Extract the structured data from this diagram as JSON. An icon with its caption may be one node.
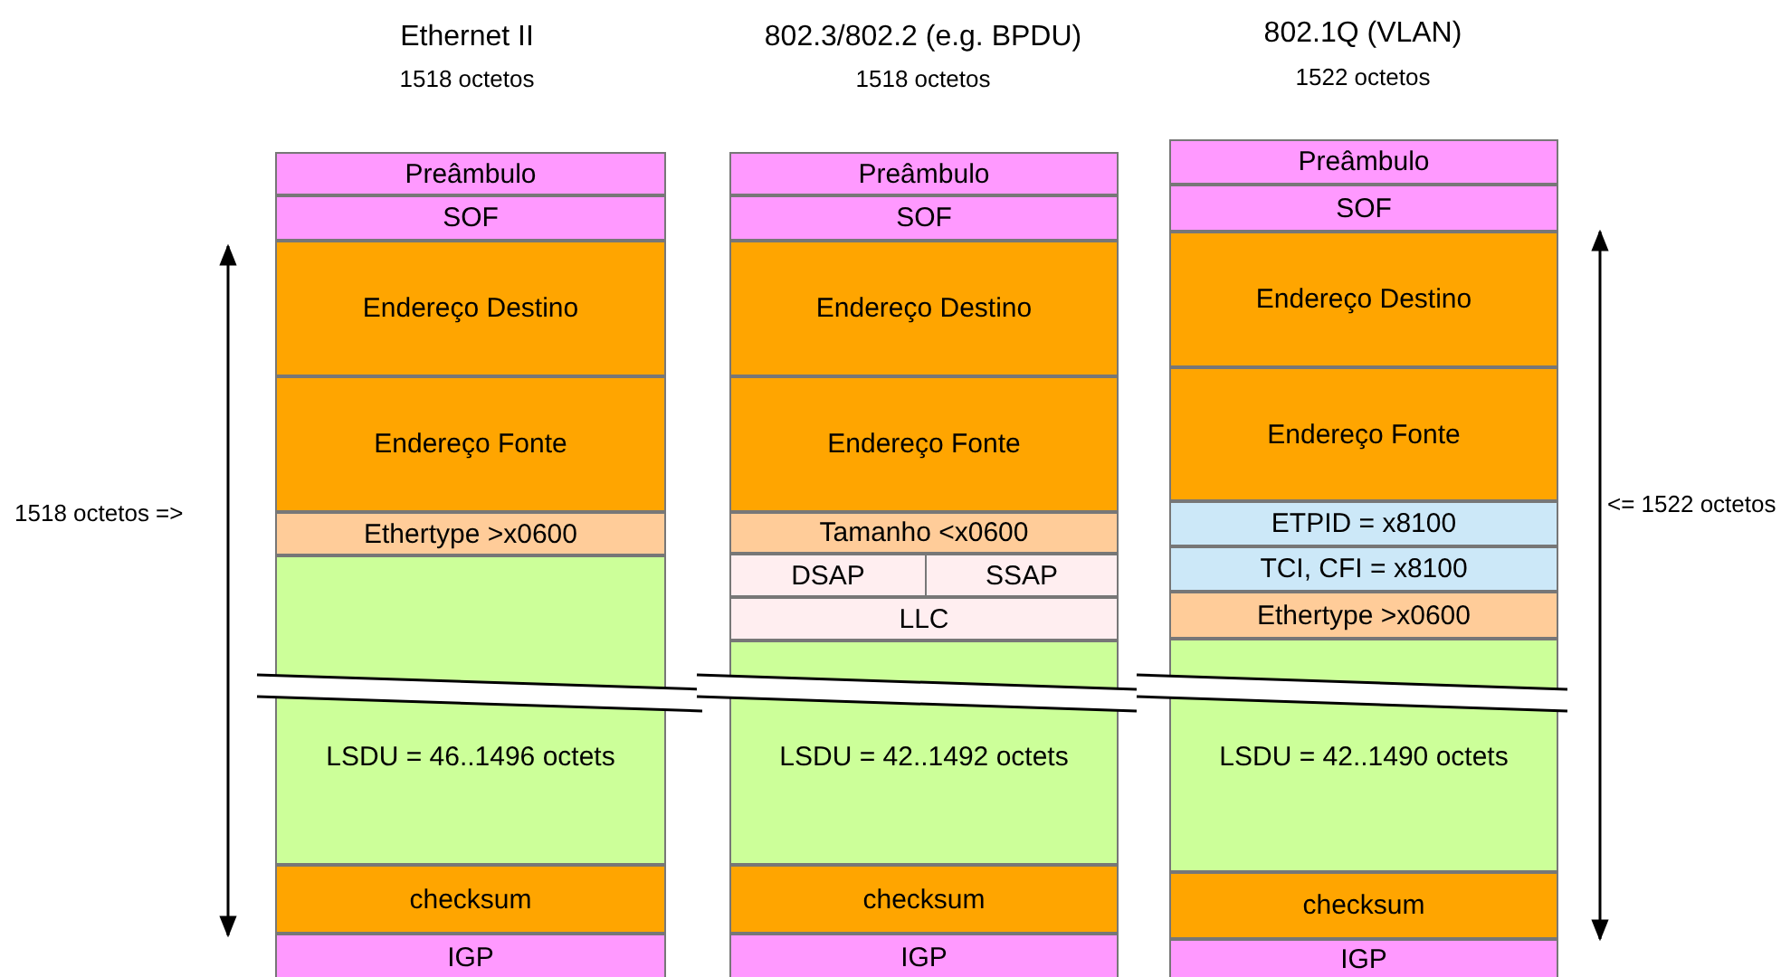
{
  "diagram": {
    "nodes": [
      {
        "text": [
          "Preâmbulo"
        ]
      },
      {
        "text": [
          "SOF"
        ]
      },
      {
        "text": [
          "Endereço Destino"
        ]
      },
      {
        "text": [
          "Endereço Fonte"
        ]
      },
      {
        "text": [
          "Ethertype >x0600"
        ]
      },
      {
        "text": [
          "LSDU = 46..1496 octets"
        ]
      },
      {
        "text": [
          "checksum"
        ]
      },
      {
        "text": [
          "IGP"
        ]
      },
      {
        "text": [
          "Preâmbulo"
        ]
      },
      {
        "text": [
          "SOF"
        ]
      },
      {
        "text": [
          "Endereço Destino"
        ]
      },
      {
        "text": [
          "Endereço Fonte"
        ]
      },
      {
        "text": [
          "Tamanho <x0600"
        ]
      },
      {
        "text": [
          "DSAP"
        ]
      },
      {
        "text": [
          "SSAP"
        ]
      },
      {
        "text": [
          "LLC"
        ]
      },
      {
        "text": [
          "LSDU = 42..1492 octets"
        ]
      },
      {
        "text": [
          "checksum"
        ]
      },
      {
        "text": [
          "IGP"
        ]
      },
      {
        "text": [
          "Preâmbulo"
        ]
      },
      {
        "text": [
          "SOF"
        ]
      },
      {
        "text": [
          "Endereço Destino"
        ]
      },
      {
        "text": [
          "Endereço Fonte"
        ]
      },
      {
        "text": [
          "ETPID = x8100"
        ]
      },
      {
        "text": [
          "TCI, CFI = x8100"
        ]
      },
      {
        "text": [
          "Ethertype >x0600"
        ]
      },
      {
        "text": [
          "LSDU = 42..1490 octets"
        ]
      },
      {
        "text": [
          "checksum"
        ]
      },
      {
        "text": [
          "IGP"
        ]
      }
    ],
    "labels": [
      "Ethernet II",
      "1518 octetos",
      "802.3/802.2 (e.g. BPDU)",
      "1518 octetos",
      "802.1Q (VLAN)",
      "1522 octetos",
      "1518 octetos =>",
      "<= 1522 octetos"
    ]
  }
}
